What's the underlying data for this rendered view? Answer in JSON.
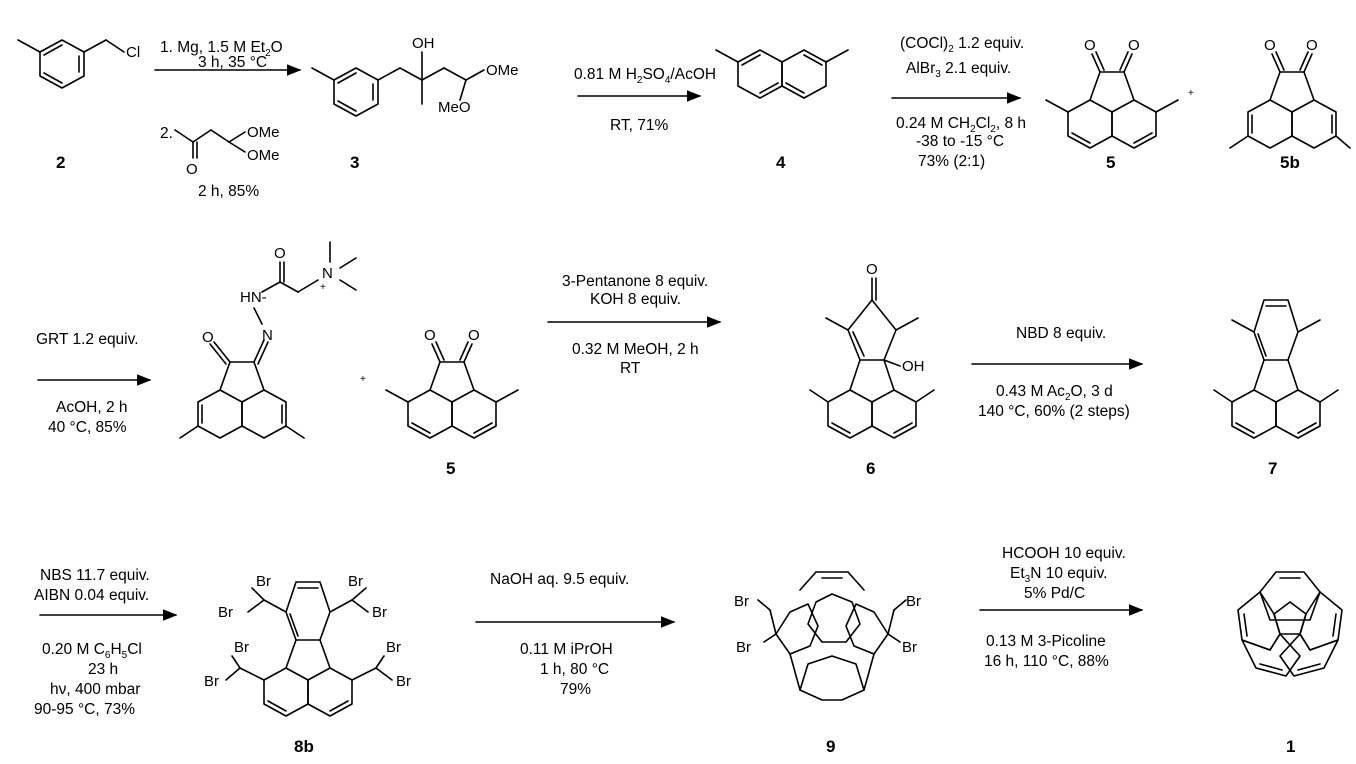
{
  "compounds": {
    "c2": "2",
    "c3": "3",
    "c4": "4",
    "c5": "5",
    "c5b": "5b",
    "c5r": "5",
    "c6": "6",
    "c7": "7",
    "c8b": "8b",
    "c9": "9",
    "c1": "1"
  },
  "atoms": {
    "cl": "Cl",
    "oh": "OH",
    "ome": "OMe",
    "meo": "MeO",
    "o": "O",
    "n": "N",
    "hn": "HN-",
    "nplus": "N",
    "plus": "+",
    "br": "Br"
  },
  "conditions": {
    "step1": {
      "line1": "1. Mg, 1.5 M Et",
      "line1_sub": "2",
      "line1_tail": "O",
      "line2": "3 h, 35 °C",
      "line3": "2.",
      "line4": "2 h, 85%"
    },
    "step2": {
      "line1": "0.81 M H",
      "line1_sub": "2",
      "line1_mid": "SO",
      "line1_sub2": "4",
      "line1_tail": "/AcOH",
      "line2": "RT, 71%"
    },
    "step3": {
      "line1": "(COCl)",
      "line1_sub": "2",
      "line1_tail": " 1.2 equiv.",
      "line2": "AlBr",
      "line2_sub": "3",
      "line2_tail": " 2.1 equiv.",
      "line3": "0.24 M CH",
      "line3_sub": "2",
      "line3_mid": "Cl",
      "line3_sub2": "2",
      "line3_tail": ", 8 h",
      "line4": "-38 to -15 °C",
      "line5": "73% (2:1)"
    },
    "step4": {
      "line1": "GRT 1.2 equiv.",
      "line2": "AcOH, 2 h",
      "line3": "40 °C, 85%"
    },
    "step5": {
      "line1": "3-Pentanone 8 equiv.",
      "line2": "KOH 8 equiv.",
      "line3": "0.32 M MeOH, 2 h",
      "line4": "RT"
    },
    "step6": {
      "line1": "NBD 8 equiv.",
      "line2": "0.43 M Ac",
      "line2_sub": "2",
      "line2_tail": "O, 3 d",
      "line3": "140 °C, 60% (2 steps)"
    },
    "step7": {
      "line1": "NBS 11.7 equiv.",
      "line2": "AIBN 0.04 equiv.",
      "line3": "0.20 M C",
      "line3_sub": "6",
      "line3_mid": "H",
      "line3_sub2": "5",
      "line3_tail": "Cl",
      "line4": "23 h",
      "line5": "hν, 400 mbar",
      "line6": "90-95 °C, 73%"
    },
    "step8": {
      "line1": "NaOH aq. 9.5 equiv.",
      "line2": "0.11 M iPrOH",
      "line3": "1 h, 80 °C",
      "line4": "79%"
    },
    "step9": {
      "line1": "HCOOH 10 equiv.",
      "line2": "Et",
      "line2_sub": "3",
      "line2_tail": "N 10 equiv.",
      "line3": "5% Pd/C",
      "line4": "0.13 M 3-Picoline",
      "line5": "16 h, 110 °C, 88%"
    }
  }
}
